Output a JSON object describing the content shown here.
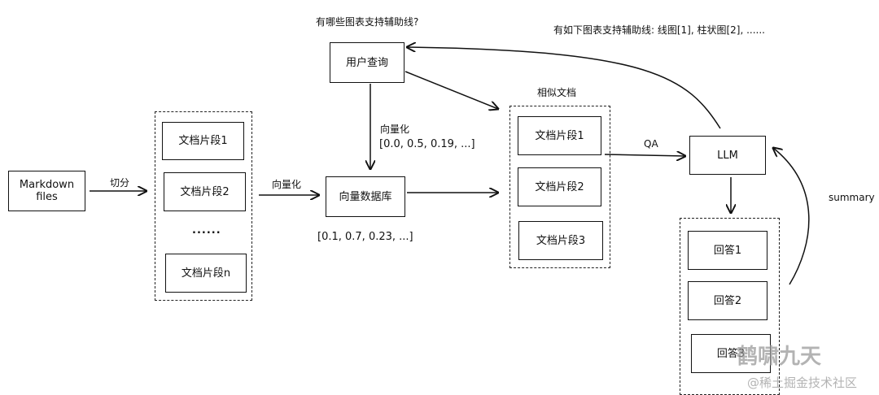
{
  "nodes": {
    "markdown": "Markdown\nfiles",
    "user_query": "用户查询",
    "vector_db": "向量数据库",
    "chunk1": "文档片段1",
    "chunk2": "文档片段2",
    "chunk_ellipsis": "......",
    "chunkn": "文档片段n",
    "sim1": "文档片段1",
    "sim2": "文档片段2",
    "sim3": "文档片段3",
    "llm": "LLM",
    "ans1": "回答1",
    "ans2": "回答2",
    "ans3": "回答3"
  },
  "labels": {
    "question": "有哪些图表支持辅助线?",
    "answer": "有如下图表支持辅助线: 线图[1], 柱状图[2], ......",
    "split": "切分",
    "vectorize_docs": "向量化",
    "vectorize_query": "向量化",
    "query_vector": "[0.0, 0.5, 0.19, ...]",
    "db_vector": "[0.1, 0.7, 0.23, ...]",
    "similar_docs": "相似文档",
    "qa": "QA",
    "summary": "summary"
  },
  "watermark": {
    "line1": "鹤啸九天",
    "line2": "@稀土掘金技术社区"
  }
}
